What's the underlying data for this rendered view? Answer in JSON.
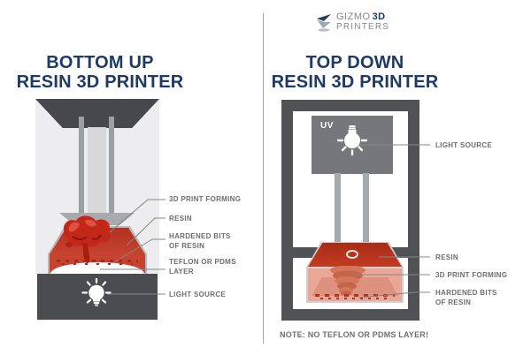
{
  "logo": {
    "brand": "GIZMO",
    "brand_bold": "3D",
    "brand_sub": "PRINTERS"
  },
  "left_panel": {
    "title_line1": "BOTTOM UP",
    "title_line2": "RESIN 3D PRINTER",
    "labels": {
      "print_forming": "3D PRINT FORMING",
      "resin": "RESIN",
      "hardened_bits_line1": "HARDENED BITS",
      "hardened_bits_line2": "OF RESIN",
      "teflon_line1": "TEFLON OR PDMS",
      "teflon_line2": "LAYER",
      "light_source": "LIGHT SOURCE"
    }
  },
  "right_panel": {
    "title_line1": "TOP DOWN",
    "title_line2": "RESIN 3D PRINTER",
    "uv_label": "UV",
    "labels": {
      "light_source": "LIGHT SOURCE",
      "resin": "RESIN",
      "print_forming": "3D PRINT FORMING",
      "hardened_bits_line1": "HARDENED BITS",
      "hardened_bits_line2": "OF RESIN"
    },
    "note": "NOTE: NO TEFLON OR PDMS LAYER!"
  },
  "colors": {
    "title_navy": "#1e3a66",
    "label_gray": "#6d6e71",
    "frame_dark_gray": "#515255",
    "uv_box_gray": "#76777b",
    "resin_red": "#c23b22",
    "resin_pink": "#eba795",
    "print_red": "#c22718",
    "teflon_white": "#fdfdfd"
  }
}
